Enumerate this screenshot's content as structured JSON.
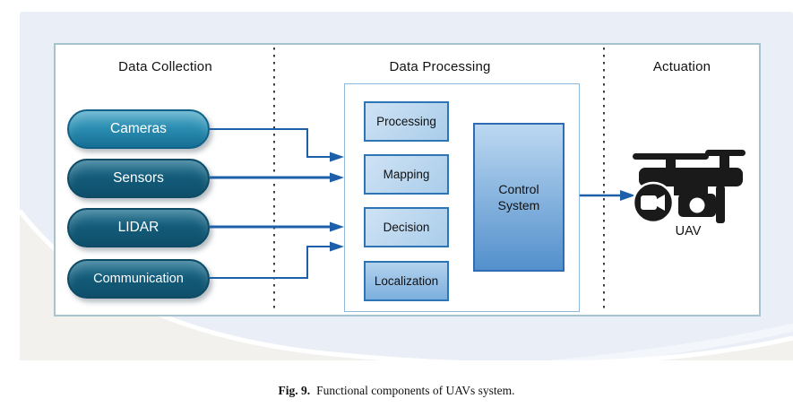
{
  "figure": {
    "caption": {
      "label": "Fig. 9.",
      "text": "Functional components of UAVs system."
    }
  },
  "diagram": {
    "sections": {
      "collection": {
        "title": "Data Collection",
        "items": [
          "Cameras",
          "Sensors",
          "LIDAR",
          "Communication"
        ]
      },
      "processing": {
        "title": "Data Processing",
        "modules": [
          "Processing",
          "Mapping",
          "Decision",
          "Localization"
        ],
        "control": "Control System"
      },
      "actuation": {
        "title": "Actuation",
        "device": "UAV"
      }
    },
    "icons": [
      "uav-drone-icon",
      "video-camera-icon"
    ],
    "colors": {
      "panel_bg": "#eaeef6",
      "panel_warm": "#f2f1ee",
      "pill_dark": "#0e4f6b",
      "pill_light": "#2a8db1",
      "module_fill": "#aacdea",
      "module_border": "#2e75b6",
      "control_fill": "#5390cc",
      "arrow": "#1e5fa9",
      "uav_icon": "#1a1a1a"
    }
  }
}
